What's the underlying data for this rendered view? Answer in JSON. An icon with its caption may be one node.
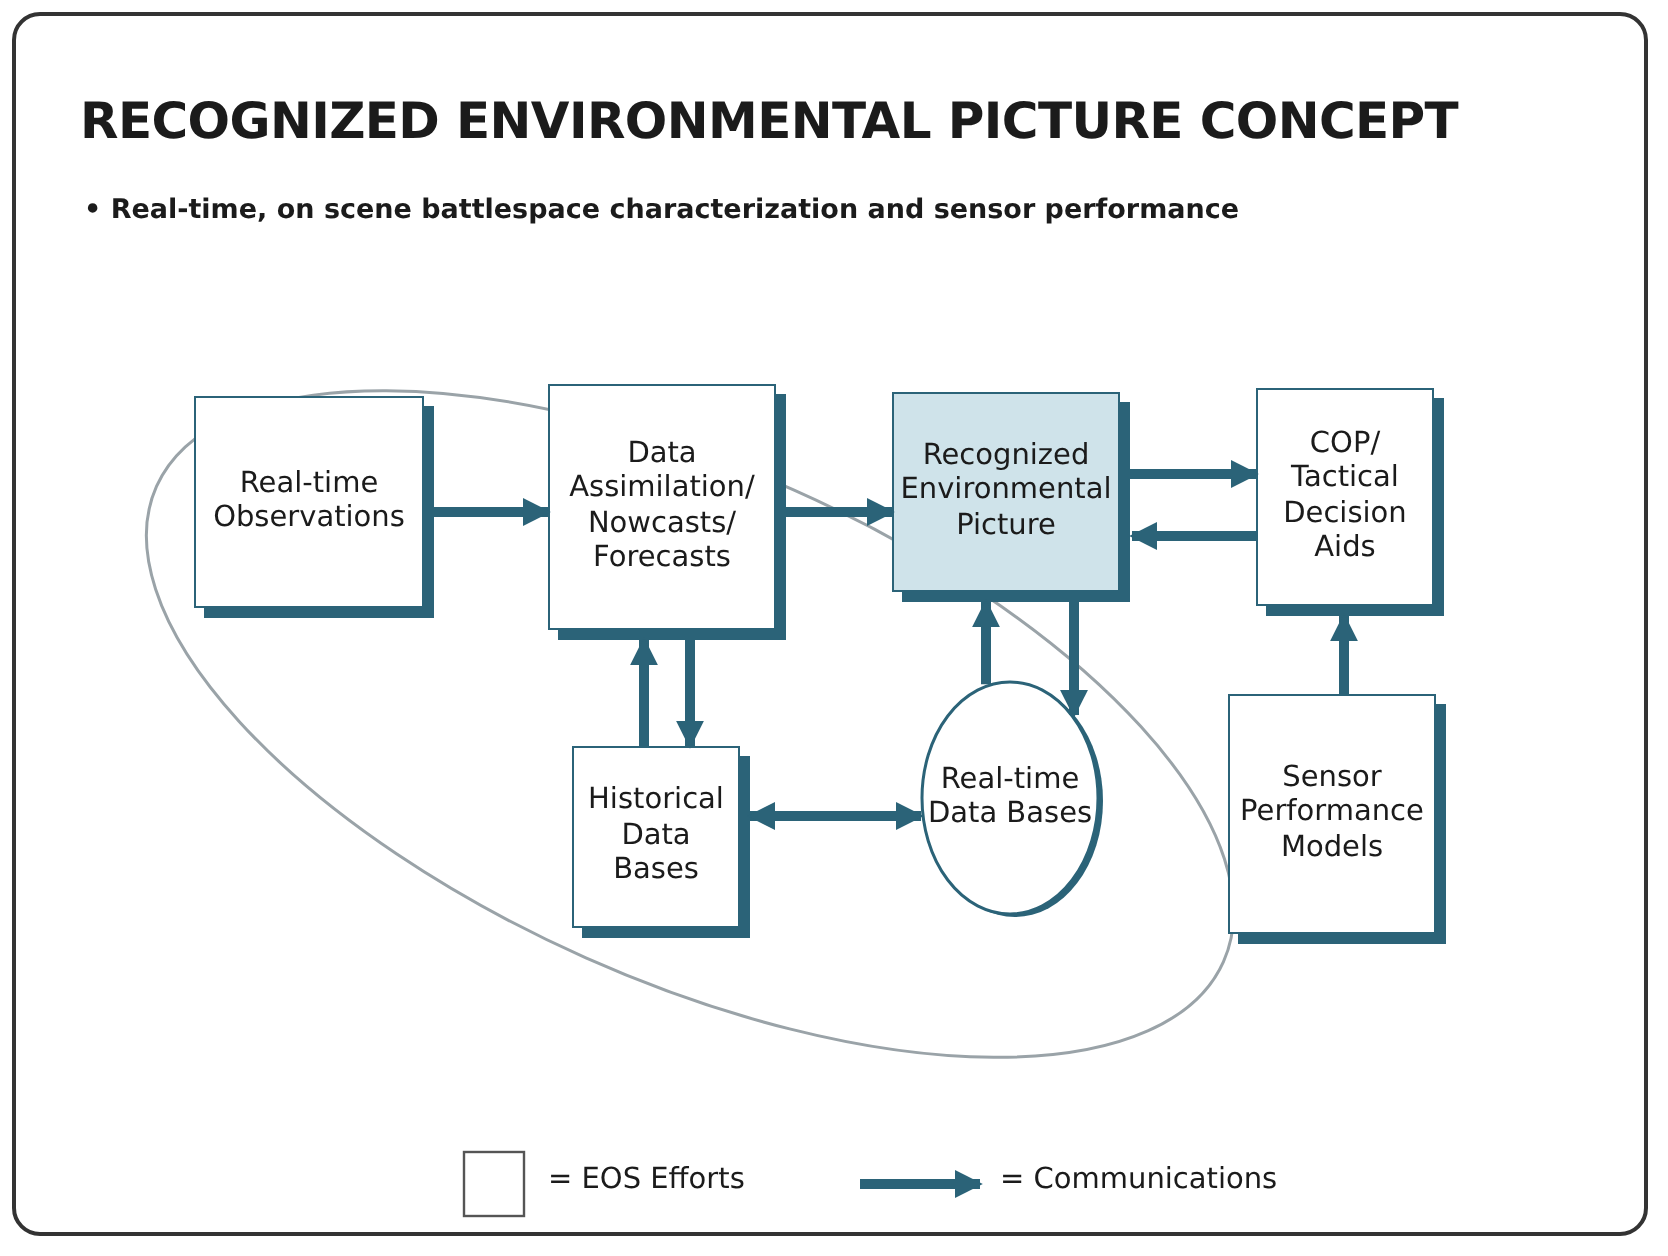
{
  "diagram": {
    "title": "RECOGNIZED ENVIRONMENTAL PICTURE CONCEPT",
    "nodes": [
      {
        "text": [
          "Real-time Observations"
        ]
      },
      {
        "text": [
          "Data Assimilation/ Nowcasts/ Forecasts"
        ]
      },
      {
        "text": [
          "Recognized Environmental Picture"
        ]
      },
      {
        "text": [
          "COP/ Tactical Decision Aids"
        ]
      },
      {
        "text": [
          "Historical Data Bases"
        ]
      },
      {
        "text": [
          "Real-time Data Bases"
        ]
      },
      {
        "text": [
          "Sensor Performance Models"
        ]
      }
    ],
    "edges": [
      {
        "from": 0,
        "to": 1,
        "arrow": "to"
      },
      {
        "from": 1,
        "to": 2,
        "arrow": "to"
      },
      {
        "from": 2,
        "to": 3,
        "arrow": "to"
      },
      {
        "from": 3,
        "to": 2,
        "arrow": "to"
      },
      {
        "from": 6,
        "to": 3,
        "arrow": "to"
      },
      {
        "from": 1,
        "to": 4,
        "arrow": "to"
      },
      {
        "from": 4,
        "to": 1,
        "arrow": "to"
      },
      {
        "from": 4,
        "to": 5,
        "arrow": "both"
      },
      {
        "from": 5,
        "to": 2,
        "arrow": "to"
      },
      {
        "from": 2,
        "to": 5,
        "arrow": "to"
      }
    ],
    "labels": [
      "• Real-time, on scene battlespace characterization and sensor performance"
    ],
    "legend": [
      {
        "text": "= EOS Efforts"
      },
      {
        "text": "= Communications"
      }
    ]
  }
}
